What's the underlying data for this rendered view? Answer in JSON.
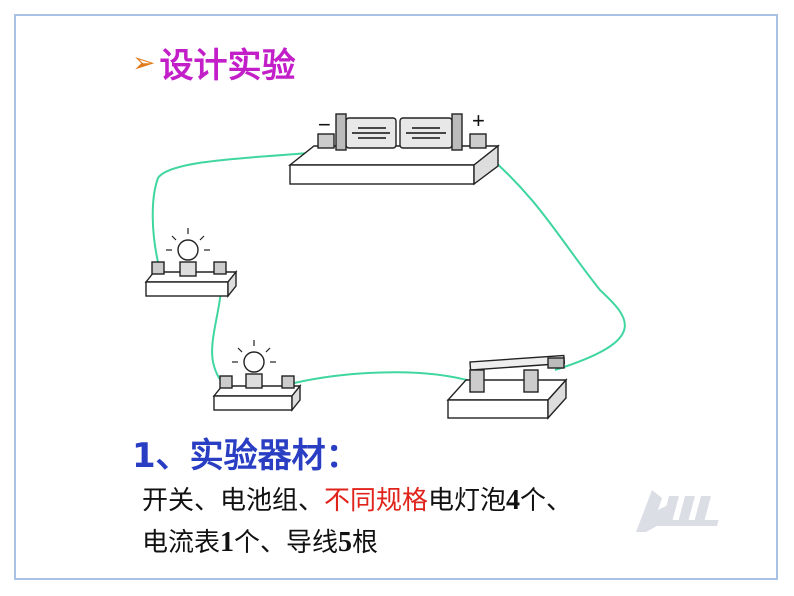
{
  "title": {
    "arrow": "➢",
    "text": "设计实验"
  },
  "battery": {
    "minus": "−",
    "plus": "+"
  },
  "section": {
    "label": "1、实验器材："
  },
  "materials": {
    "line1_a": "开关、电池组、",
    "line1_red": "不同规格",
    "line1_b": "电灯泡",
    "line1_num": "4",
    "line1_c": "个、",
    "line2_a": "电流表",
    "line2_num1": "1",
    "line2_b": "个、导线",
    "line2_num2": "5",
    "line2_c": "根"
  },
  "colors": {
    "title": "#c21fc9",
    "section": "#2a3ec4",
    "highlight": "#e0241b",
    "wire": "#3fd6a0",
    "frame": "#a9c3e6"
  }
}
